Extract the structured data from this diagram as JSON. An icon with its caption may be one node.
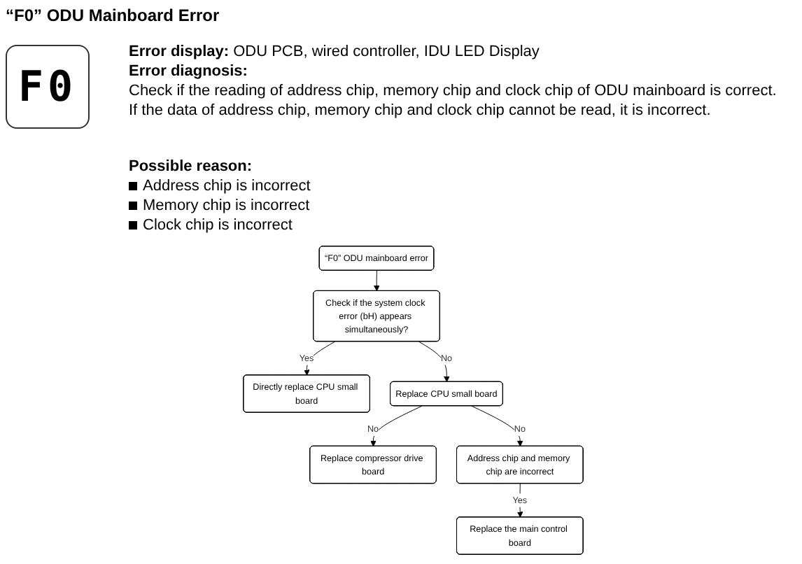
{
  "diagram": {
    "title": "“F0” ODU Mainboard Error",
    "nodes": [
      {
        "text": [
          "“F0” ODU mainboard error"
        ]
      },
      {
        "text": [
          "Check if the system clock error (bH) appears simultaneously?"
        ]
      },
      {
        "text": [
          "Directly replace CPU small board"
        ]
      },
      {
        "text": [
          "Replace CPU small board"
        ]
      },
      {
        "text": [
          "Replace compressor drive board"
        ]
      },
      {
        "text": [
          "Address chip and memory chip are incorrect"
        ]
      },
      {
        "text": [
          "Replace the main control board"
        ]
      }
    ],
    "edges": [
      {
        "from": 0,
        "to": 1,
        "arrow": "to"
      },
      {
        "from": 1,
        "to": 2,
        "arrow": "to",
        "label": "Yes"
      },
      {
        "from": 1,
        "to": 3,
        "arrow": "to",
        "label": "No"
      },
      {
        "from": 3,
        "to": 4,
        "arrow": "to",
        "label": "No"
      },
      {
        "from": 3,
        "to": 5,
        "arrow": "to",
        "label": "No"
      },
      {
        "from": 5,
        "to": 6,
        "arrow": "to",
        "label": "Yes"
      }
    ],
    "labels": [
      "F0",
      "**Error display:** ODU PCB, wired controller, IDU LED Display",
      "Error diagnosis:",
      "Check if the reading of address chip, memory chip and clock chip of ODU mainboard is correct.",
      "If the data of address chip, memory chip and clock chip cannot be read, it is incorrect.",
      "Possible reason:",
      "Address chip is incorrect",
      "Memory chip is incorrect",
      "Clock chip is incorrect"
    ]
  }
}
